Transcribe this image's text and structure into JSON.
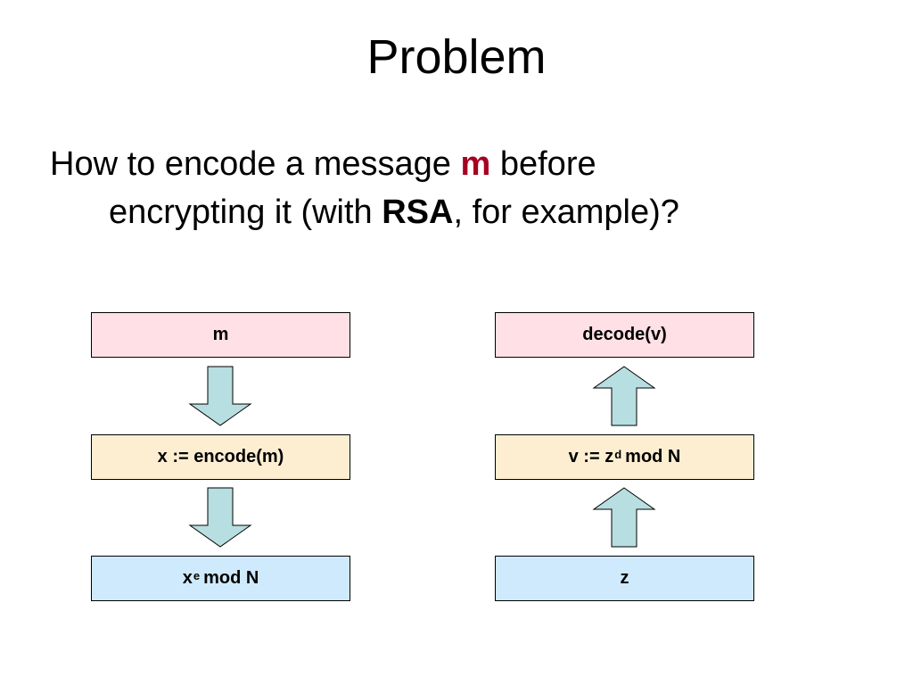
{
  "title": "Problem",
  "question": {
    "line1_before": "How to encode a message ",
    "line1_highlight": "m",
    "line1_after": " before",
    "line2_before": "encrypting it (with ",
    "line2_highlight": "RSA",
    "line2_after": ", for example)?"
  },
  "left_flow": {
    "top": "m",
    "middle": "x := encode(m)",
    "bottom_base": "x",
    "bottom_sup": "e",
    "bottom_rest": "mod N"
  },
  "right_flow": {
    "top": "decode(v)",
    "middle_base": "v := z",
    "middle_sup": "d",
    "middle_rest": "mod N",
    "bottom": "z"
  },
  "colors": {
    "highlight_m": "#a50021",
    "box_top": "#ffe0e6",
    "box_middle": "#fdeed2",
    "box_bottom": "#cfeafc",
    "arrow_fill": "#b7dee0"
  }
}
